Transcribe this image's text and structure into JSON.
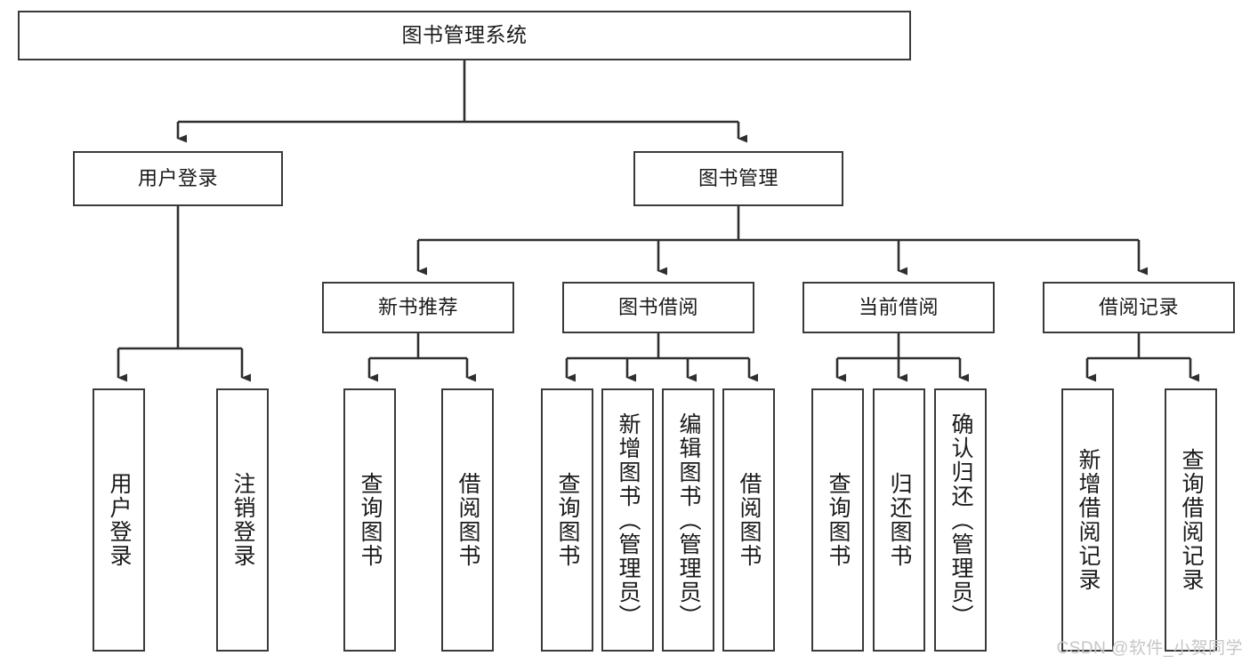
{
  "diagram": {
    "title": "图书管理系统",
    "type": "tree",
    "watermark": "CSDN @软件_小贺同学",
    "colors": {
      "box_border": "#3a3a3a",
      "box_fill": "#ffffff",
      "edge": "#2f2f2f",
      "text": "#1a1a1a",
      "watermark": "#c6c6c6",
      "background": "#ffffff"
    },
    "nodes": {
      "root": {
        "label": "图书管理系统",
        "level": 1,
        "orientation": "horizontal"
      },
      "user_login": {
        "label": "用户登录",
        "level": 2,
        "orientation": "horizontal"
      },
      "book_manage": {
        "label": "图书管理",
        "level": 2,
        "orientation": "horizontal"
      },
      "new_book_rec": {
        "label": "新书推荐",
        "level": 3,
        "orientation": "horizontal"
      },
      "book_borrow": {
        "label": "图书借阅",
        "level": 3,
        "orientation": "horizontal"
      },
      "current_borrow": {
        "label": "当前借阅",
        "level": 3,
        "orientation": "horizontal"
      },
      "borrow_record": {
        "label": "借阅记录",
        "level": 3,
        "orientation": "horizontal"
      },
      "leaf_user_login": {
        "label": "用户登录",
        "level": 4,
        "orientation": "vertical"
      },
      "leaf_logout": {
        "label": "注销登录",
        "level": 4,
        "orientation": "vertical"
      },
      "leaf_query_book_1": {
        "label": "查询图书",
        "level": 4,
        "orientation": "vertical"
      },
      "leaf_borrow_book_1": {
        "label": "借阅图书",
        "level": 4,
        "orientation": "vertical"
      },
      "leaf_query_book_2": {
        "label": "查询图书",
        "level": 4,
        "orientation": "vertical"
      },
      "leaf_add_book": {
        "label": "新增图书（管理员）",
        "level": 4,
        "orientation": "vertical"
      },
      "leaf_edit_book": {
        "label": "编辑图书（管理员）",
        "level": 4,
        "orientation": "vertical"
      },
      "leaf_borrow_book_2": {
        "label": "借阅图书",
        "level": 4,
        "orientation": "vertical"
      },
      "leaf_query_book_3": {
        "label": "查询图书",
        "level": 4,
        "orientation": "vertical"
      },
      "leaf_return_book": {
        "label": "归还图书",
        "level": 4,
        "orientation": "vertical"
      },
      "leaf_confirm_return": {
        "label": "确认归还（管理员）",
        "level": 4,
        "orientation": "vertical"
      },
      "leaf_add_record": {
        "label": "新增借阅记录",
        "level": 4,
        "orientation": "vertical"
      },
      "leaf_query_record": {
        "label": "查询借阅记录",
        "level": 4,
        "orientation": "vertical"
      }
    },
    "edges": [
      {
        "from": "root",
        "to": "user_login"
      },
      {
        "from": "root",
        "to": "book_manage"
      },
      {
        "from": "user_login",
        "to": "leaf_user_login"
      },
      {
        "from": "user_login",
        "to": "leaf_logout"
      },
      {
        "from": "book_manage",
        "to": "new_book_rec"
      },
      {
        "from": "book_manage",
        "to": "book_borrow"
      },
      {
        "from": "book_manage",
        "to": "current_borrow"
      },
      {
        "from": "book_manage",
        "to": "borrow_record"
      },
      {
        "from": "new_book_rec",
        "to": "leaf_query_book_1"
      },
      {
        "from": "new_book_rec",
        "to": "leaf_borrow_book_1"
      },
      {
        "from": "book_borrow",
        "to": "leaf_query_book_2"
      },
      {
        "from": "book_borrow",
        "to": "leaf_add_book"
      },
      {
        "from": "book_borrow",
        "to": "leaf_edit_book"
      },
      {
        "from": "book_borrow",
        "to": "leaf_borrow_book_2"
      },
      {
        "from": "current_borrow",
        "to": "leaf_query_book_3"
      },
      {
        "from": "current_borrow",
        "to": "leaf_return_book"
      },
      {
        "from": "current_borrow",
        "to": "leaf_confirm_return"
      },
      {
        "from": "borrow_record",
        "to": "leaf_add_record"
      },
      {
        "from": "borrow_record",
        "to": "leaf_query_record"
      }
    ]
  }
}
